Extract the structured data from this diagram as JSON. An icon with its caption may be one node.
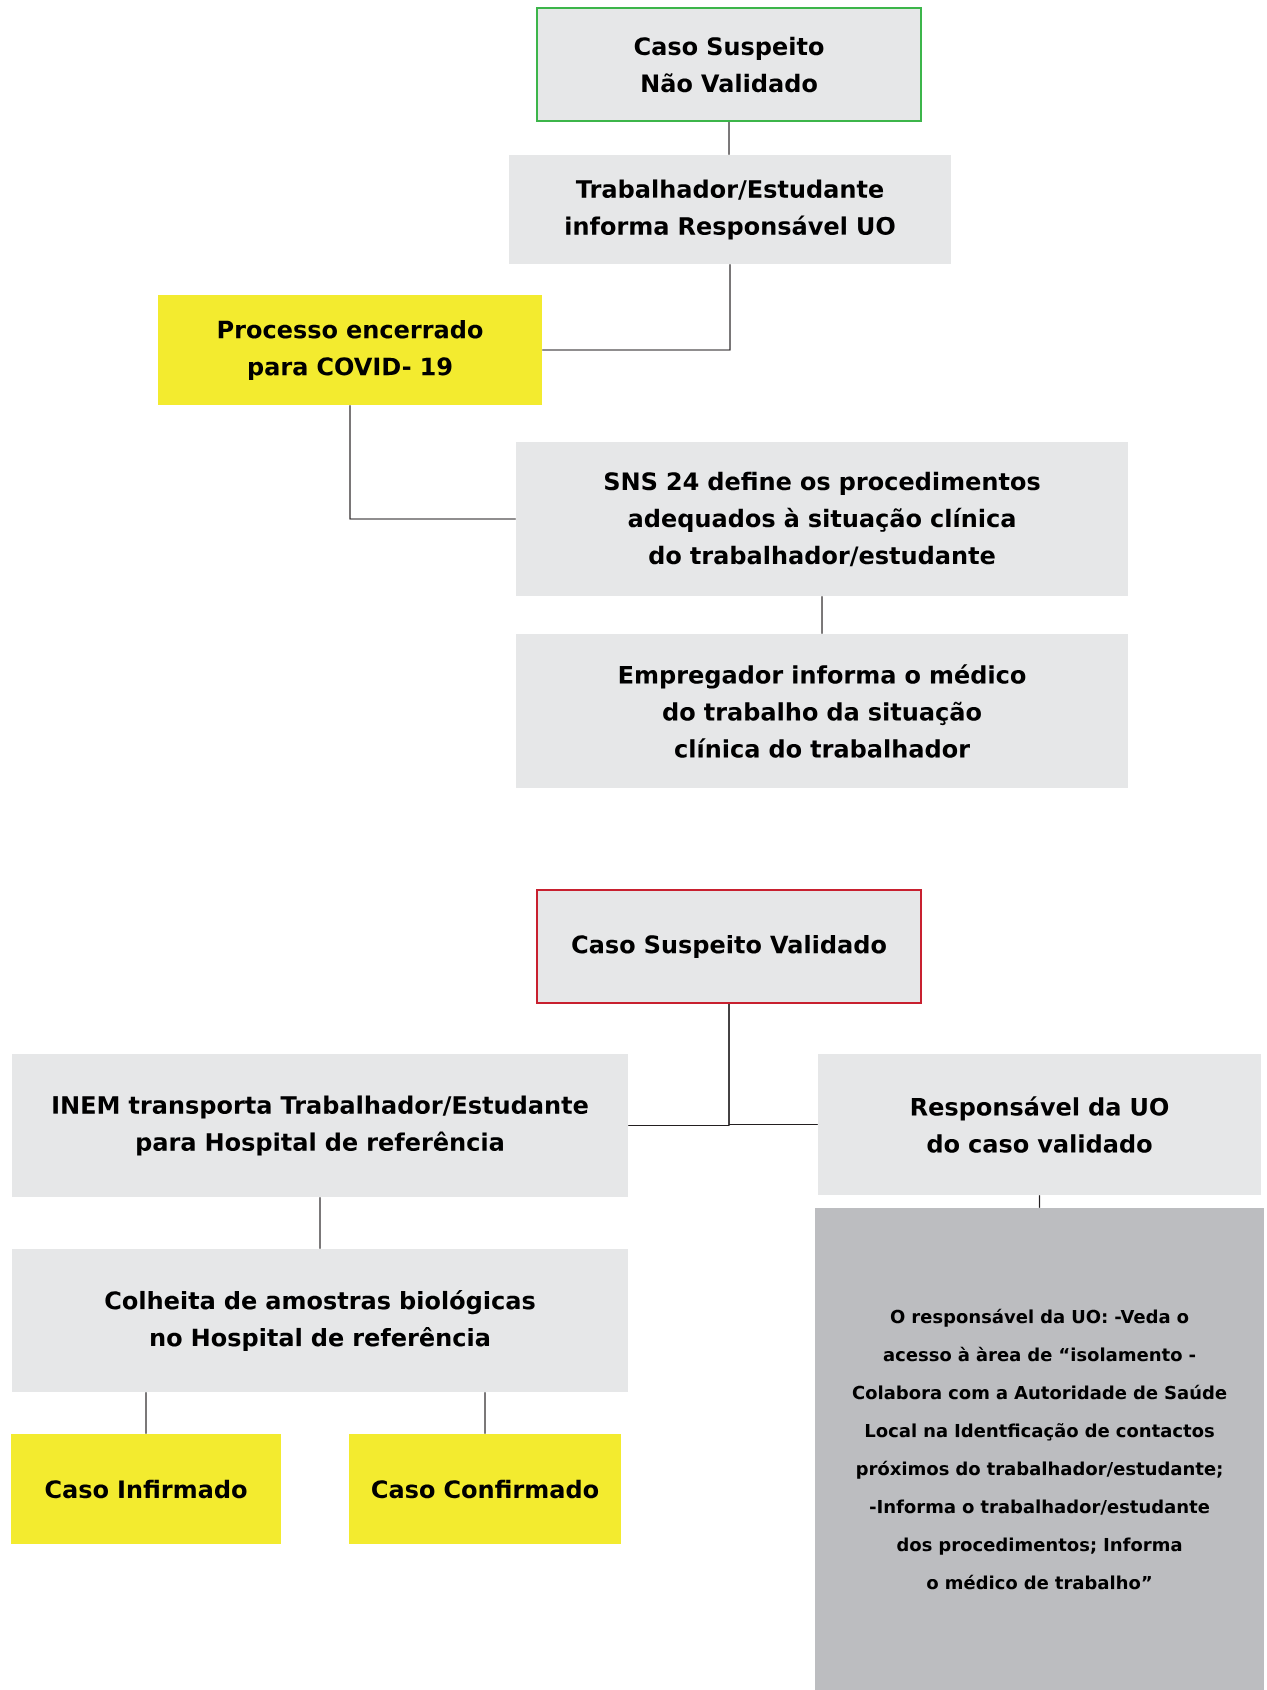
{
  "diagram": {
    "nodes": [
      {
        "text": [
          "Caso Suspeito Não Validado"
        ]
      },
      {
        "text": [
          "Trabalhador/Estudante informa Responsável UO"
        ]
      },
      {
        "text": [
          "Processo encerrado para COVID- 19"
        ]
      },
      {
        "text": [
          "SNS 24 define os procedimentos adequados à situação clínica do trabalhador/estudante"
        ]
      },
      {
        "text": [
          "Empregador informa o médico do trabalho da situação clínica do trabalhador"
        ]
      },
      {
        "text": [
          "Caso Suspeito Validado"
        ]
      },
      {
        "text": [
          "INEM transporta Trabalhador/Estudante para Hospital de referência"
        ]
      },
      {
        "text": [
          "Responsável da UO do caso validado"
        ]
      },
      {
        "text": [
          "Colheita de amostras biológicas no Hospital de referência"
        ]
      },
      {
        "text": [
          "O responsável da UO: -Veda o acesso à àrea de “isolamento - Colabora com a Autoridade de Saúde Local na Identficação de contactos próximos do trabalhador/estudante; -Informa o trabalhador/estudante dos procedimentos; Informa o médico de trabalho”"
        ]
      },
      {
        "text": [
          "Caso Infirmado"
        ]
      },
      {
        "text": [
          "Caso Confirmado"
        ]
      }
    ],
    "edges": [
      {
        "from": 0,
        "to": 1,
        "arrow": "none"
      },
      {
        "from": 1,
        "to": 2,
        "arrow": "none"
      },
      {
        "from": 2,
        "to": 3,
        "arrow": "none"
      },
      {
        "from": 3,
        "to": 4,
        "arrow": "none"
      },
      {
        "from": 5,
        "to": 6,
        "arrow": "none"
      },
      {
        "from": 5,
        "to": 7,
        "arrow": "none"
      },
      {
        "from": 6,
        "to": 8,
        "arrow": "none"
      },
      {
        "from": 7,
        "to": 9,
        "arrow": "none"
      },
      {
        "from": 8,
        "to": 10,
        "arrow": "none"
      },
      {
        "from": 8,
        "to": 11,
        "arrow": "none"
      }
    ]
  }
}
